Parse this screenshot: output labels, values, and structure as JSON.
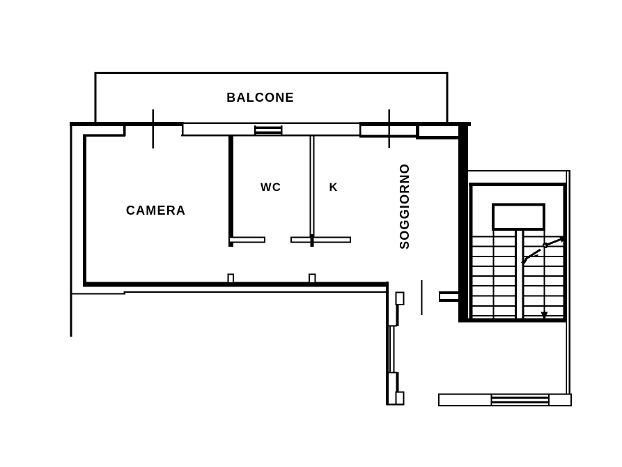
{
  "page": {
    "title": "Apartment floor plan",
    "background": "#ffffff",
    "line_color": "#000000"
  },
  "rooms": {
    "balcone": {
      "label": "BALCONE"
    },
    "camera": {
      "label": "CAMERA"
    },
    "wc": {
      "label": "WC"
    },
    "k": {
      "label": "K"
    },
    "soggiorno": {
      "label": "SOGGIORNO"
    }
  }
}
